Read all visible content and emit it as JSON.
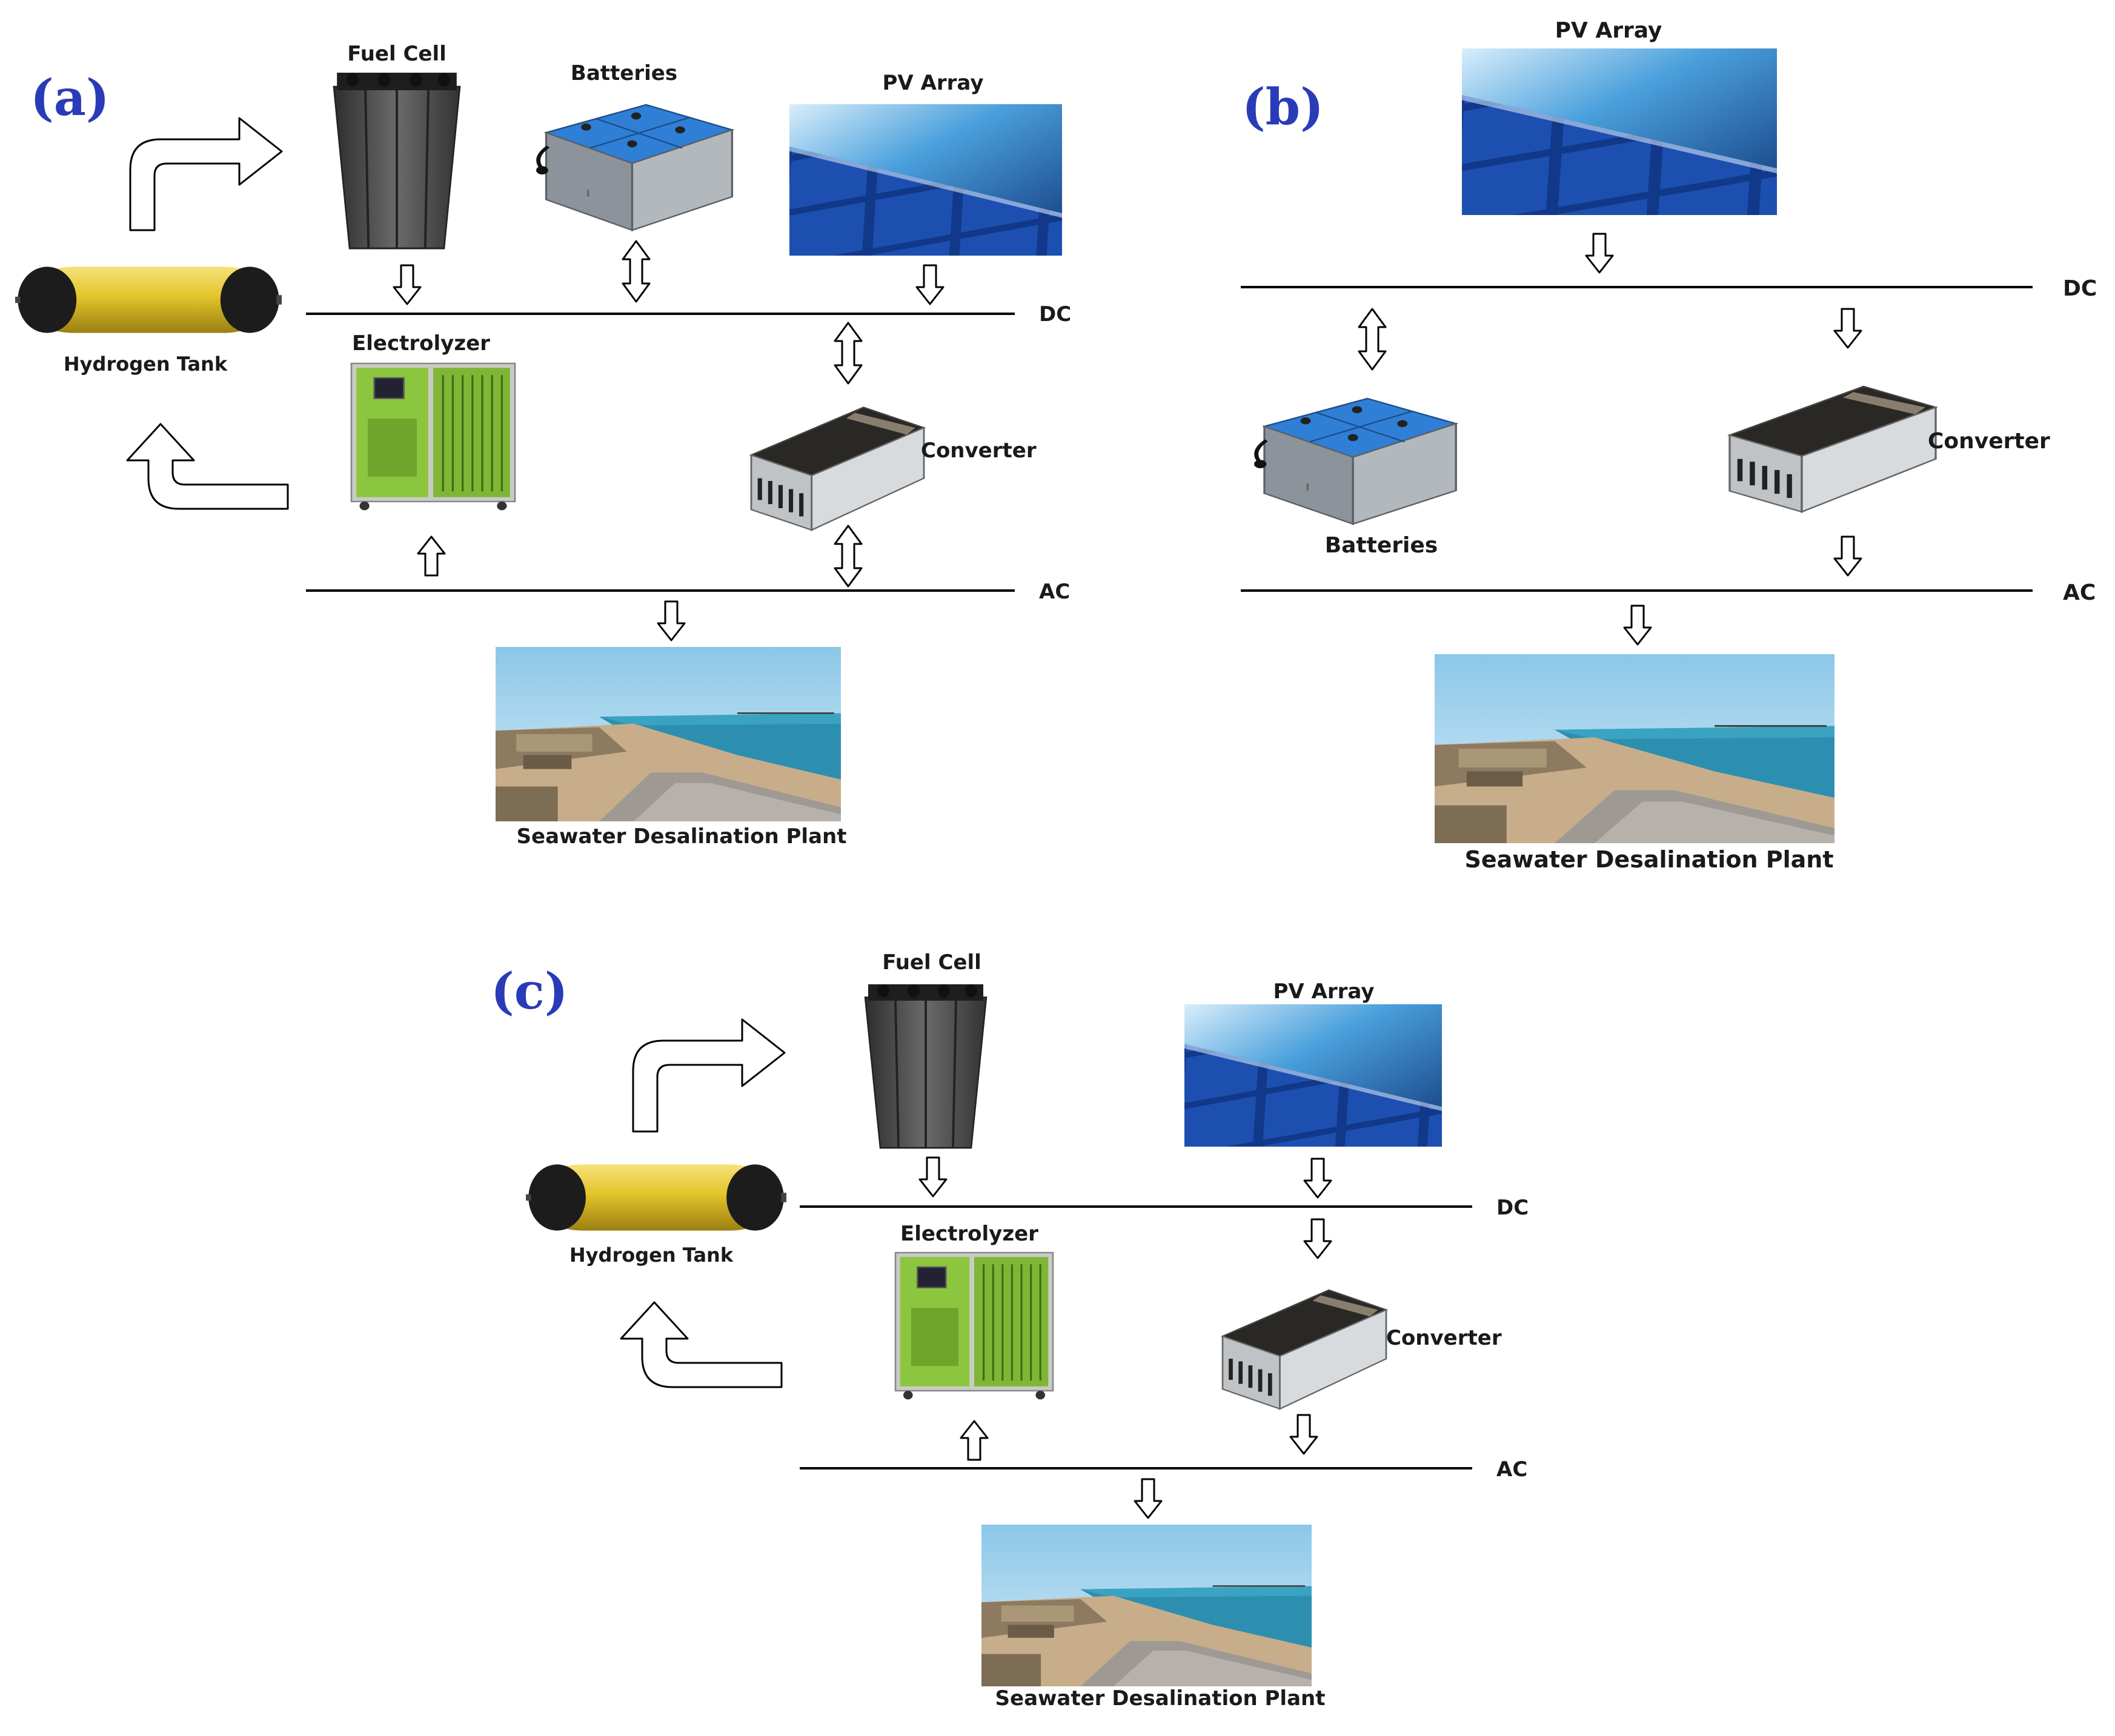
{
  "panels": {
    "a": {
      "letter": "(a)",
      "fuel_cell": "Fuel Cell",
      "batteries": "Batteries",
      "pv_array": "PV Array",
      "hydrogen_tank": "Hydrogen Tank",
      "electrolyzer": "Electrolyzer",
      "converter": "Converter",
      "dc": "DC",
      "ac": "AC",
      "plant": "Seawater Desalination Plant"
    },
    "b": {
      "letter": "(b)",
      "pv_array": "PV Array",
      "batteries": "Batteries",
      "converter": "Converter",
      "dc": "DC",
      "ac": "AC",
      "plant": "Seawater Desalination Plant"
    },
    "c": {
      "letter": "(c)",
      "fuel_cell": "Fuel Cell",
      "pv_array": "PV Array",
      "hydrogen_tank": "Hydrogen Tank",
      "electrolyzer": "Electrolyzer",
      "converter": "Converter",
      "dc": "DC",
      "ac": "AC",
      "plant": "Seawater Desalination Plant"
    }
  },
  "colors": {
    "panel_letter": "#2a3bb8",
    "bus_line": "#000000",
    "battery_top": "#2f7fd6",
    "battery_body": "#9aa0a6",
    "tank_yellow": "#e3c42a",
    "electrolyzer_green": "#8cc63f",
    "pv_blue": "#1f4f9e",
    "sky": "#9fd0ea",
    "sea": "#2d8fb0"
  }
}
